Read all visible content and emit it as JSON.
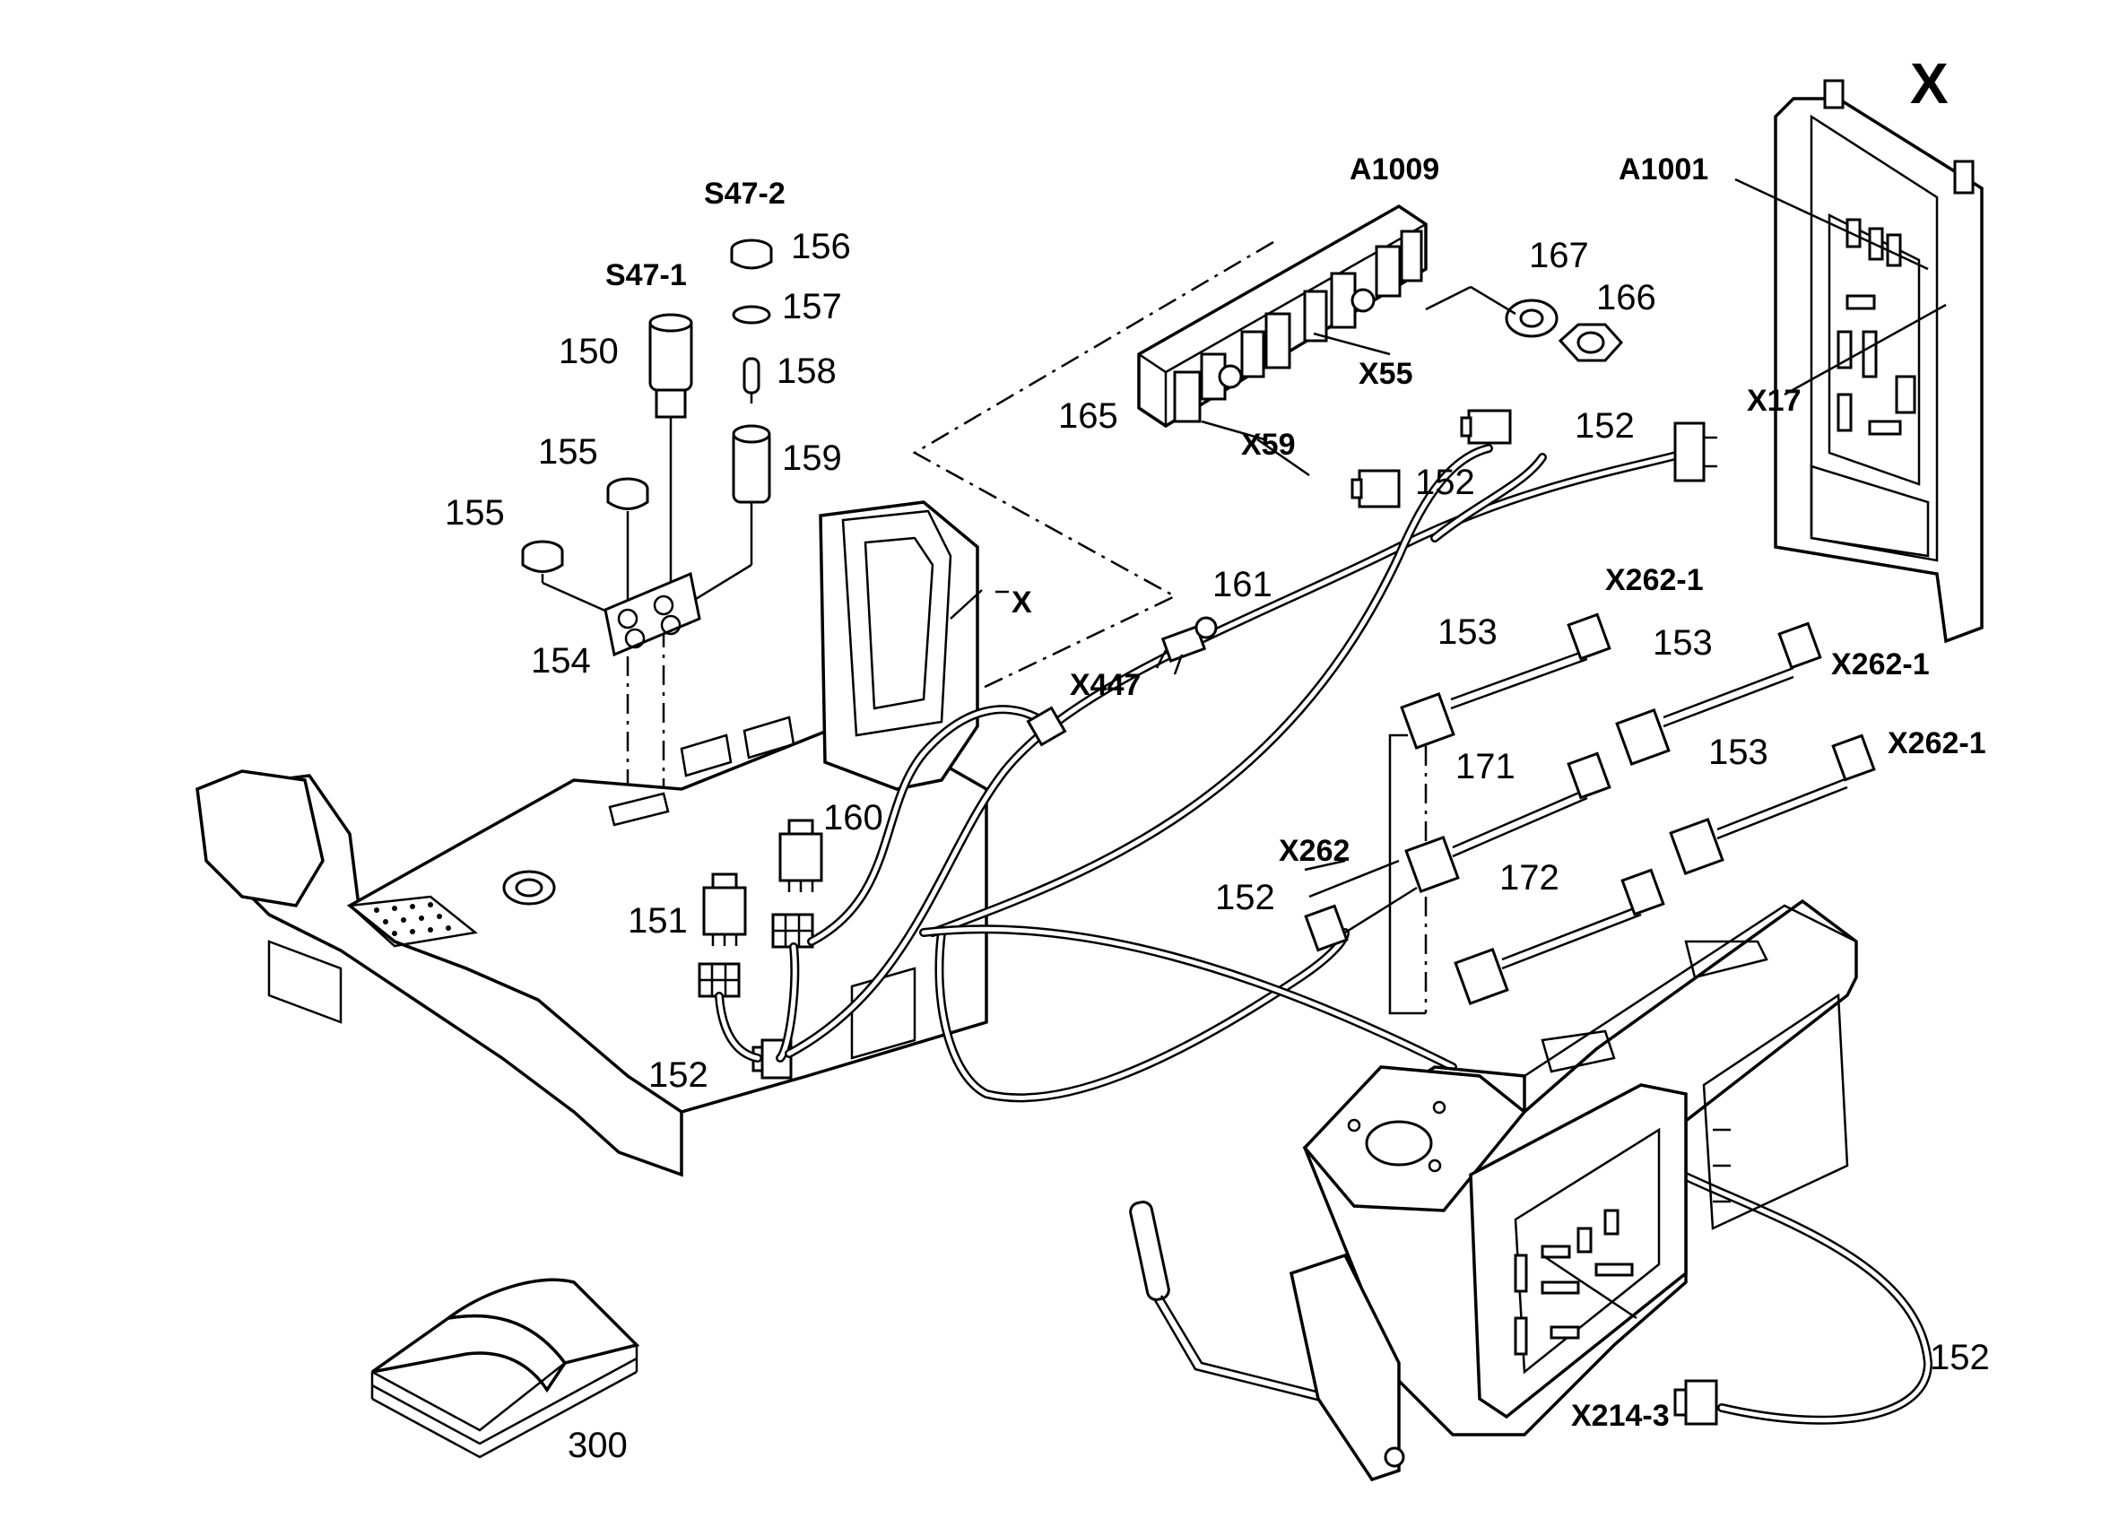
{
  "diagram": {
    "corner_marker": "X",
    "labels": {
      "s47_2": "S47-2",
      "s47_1": "S47-1",
      "a1009": "A1009",
      "a1001": "A1001",
      "x55": "X55",
      "x59": "X59",
      "x17": "X17",
      "x": "X",
      "x447": "X447",
      "x262_1_a": "X262-1",
      "x262_1_b": "X262-1",
      "x262_1_c": "X262-1",
      "x262": "X262",
      "x214_3": "X214-3",
      "n150": "150",
      "n151": "151",
      "n152_a": "152",
      "n152_b": "152",
      "n152_c": "152",
      "n152_d": "152",
      "n152_e": "152",
      "n153_a": "153",
      "n153_b": "153",
      "n153_c": "153",
      "n154": "154",
      "n155_a": "155",
      "n155_b": "155",
      "n156": "156",
      "n157": "157",
      "n158": "158",
      "n159": "159",
      "n160": "160",
      "n161": "161",
      "n165": "165",
      "n166": "166",
      "n167": "167",
      "n171": "171",
      "n172": "172",
      "n300": "300"
    }
  }
}
